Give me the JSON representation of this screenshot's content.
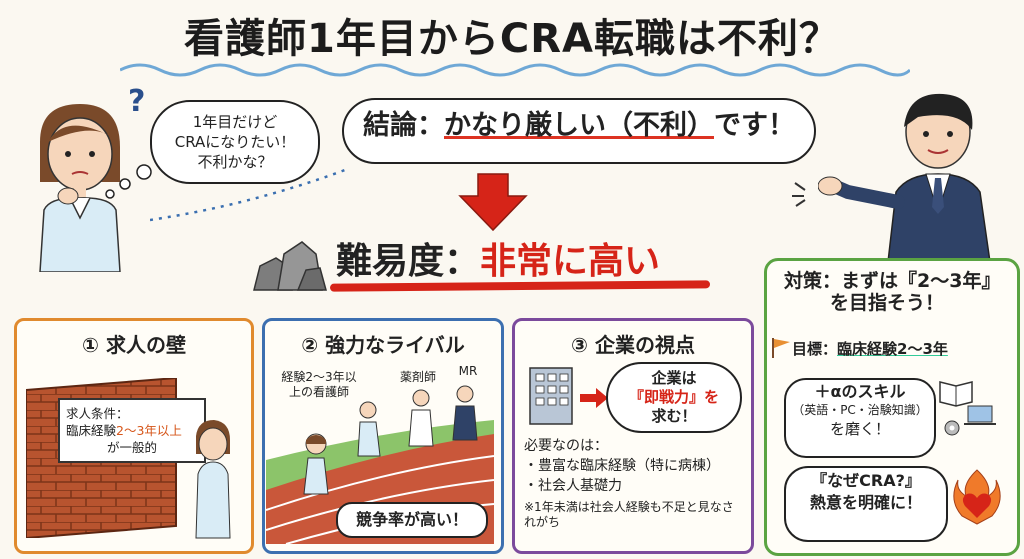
{
  "title": "看護師1年目からCRA転職は不利？",
  "thought": {
    "line1": "1年目だけど",
    "line2": "CRAになりたい！",
    "line3": "不利かな？"
  },
  "question_mark": "?",
  "conclusion": {
    "prefix": "結論：",
    "main": "かなり厳しい（不利）",
    "suffix": "です！"
  },
  "difficulty": {
    "label": "難易度：",
    "value": "非常に高い"
  },
  "panels": [
    {
      "title": "① 求人の壁",
      "sign": {
        "line1": "求人条件：",
        "line2_a": "臨床経験",
        "line2_b": "2～3年以上",
        "line3": "が一般的"
      }
    },
    {
      "title": "② 強力なライバル",
      "rivals": {
        "nurse": "経験2～3年以上の看護師",
        "pharmacist": "薬剤師",
        "mr": "MR"
      },
      "speech": "競争率が高い！"
    },
    {
      "title": "③ 企業の視点",
      "speech": {
        "line1": "企業は",
        "line2": "『即戦力』を",
        "line3": "求む！"
      },
      "needs_header": "必要なのは：",
      "needs": [
        "・豊富な臨床経験（特に病棟）",
        "・社会人基礎力"
      ],
      "note": "※1年未満は社会人経験も不足と見なされがち"
    }
  ],
  "strategy": {
    "title_a": "対策：まずは『2～3年』",
    "title_b": "を目指そう！",
    "goal_prefix": "目標：",
    "goal_value": "臨床経験2～3年",
    "skill_line1": "＋αのスキル",
    "skill_line2": "（英語・PC・治験知識）",
    "skill_line3": "を磨く！",
    "passion_line1": "『なぜCRA?』",
    "passion_line2": "熱意を明確に！"
  },
  "colors": {
    "red": "#d62418",
    "orange_panel": "#e08a2e",
    "blue_panel": "#3c6fb0",
    "purple_panel": "#7b4a9c",
    "green_panel": "#5aa342"
  }
}
